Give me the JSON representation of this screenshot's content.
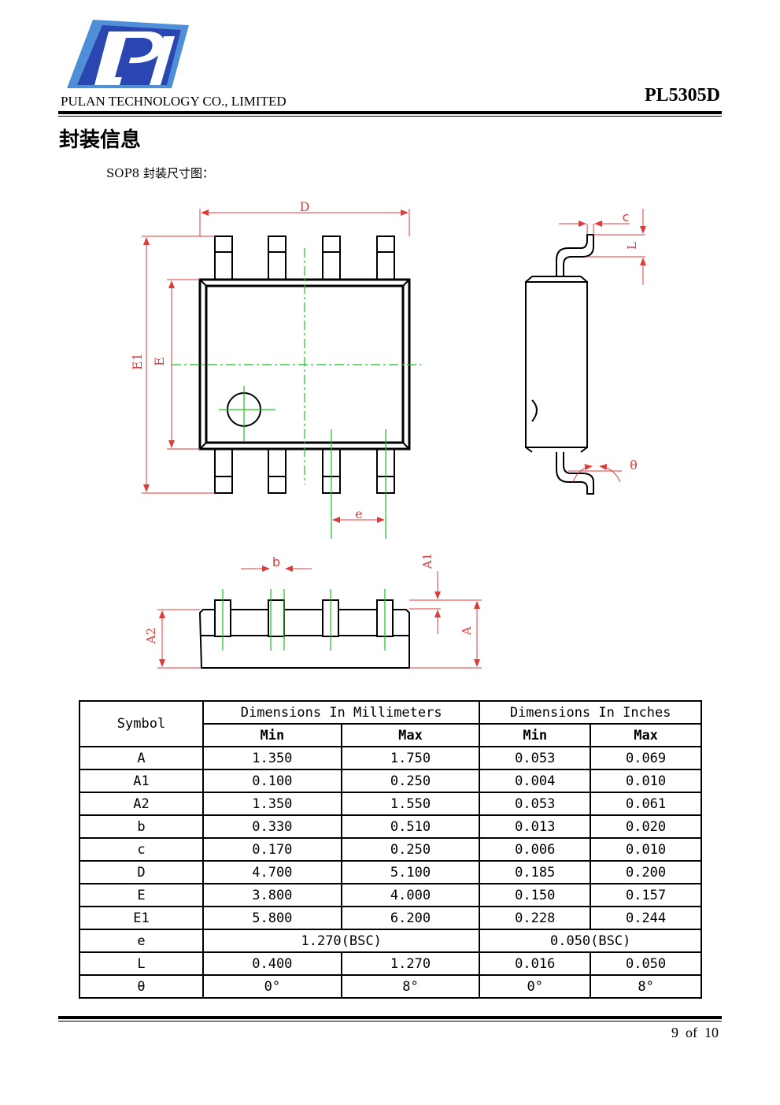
{
  "header": {
    "company": "PULAN TECHNOLOGY CO., LIMITED",
    "part_number": "PL5305D"
  },
  "section": {
    "title": "封装信息",
    "caption": "SOP8 封装尺寸图："
  },
  "drawing_labels": {
    "D": "D",
    "E1": "E1",
    "E": "E",
    "e": "e",
    "c": "c",
    "L": "L",
    "theta": "θ",
    "b": "b",
    "A1": "A1",
    "A2": "A2",
    "A": "A"
  },
  "table": {
    "symbol_header": "Symbol",
    "mm_header": "Dimensions In Millimeters",
    "in_header": "Dimensions In Inches",
    "min_label": "Min",
    "max_label": "Max",
    "rows": [
      {
        "symbol": "A",
        "mm_min": "1.350",
        "mm_max": "1.750",
        "in_min": "0.053",
        "in_max": "0.069"
      },
      {
        "symbol": "A1",
        "mm_min": "0.100",
        "mm_max": "0.250",
        "in_min": "0.004",
        "in_max": "0.010"
      },
      {
        "symbol": "A2",
        "mm_min": "1.350",
        "mm_max": "1.550",
        "in_min": "0.053",
        "in_max": "0.061"
      },
      {
        "symbol": "b",
        "mm_min": "0.330",
        "mm_max": "0.510",
        "in_min": "0.013",
        "in_max": "0.020"
      },
      {
        "symbol": "c",
        "mm_min": "0.170",
        "mm_max": "0.250",
        "in_min": "0.006",
        "in_max": "0.010"
      },
      {
        "symbol": "D",
        "mm_min": "4.700",
        "mm_max": "5.100",
        "in_min": "0.185",
        "in_max": "0.200"
      },
      {
        "symbol": "E",
        "mm_min": "3.800",
        "mm_max": "4.000",
        "in_min": "0.150",
        "in_max": "0.157"
      },
      {
        "symbol": "E1",
        "mm_min": "5.800",
        "mm_max": "6.200",
        "in_min": "0.228",
        "in_max": "0.244"
      }
    ],
    "row_e": {
      "symbol": "e",
      "mm": "1.270(BSC)",
      "in": "0.050(BSC)"
    },
    "row_L": {
      "symbol": "L",
      "mm_min": "0.400",
      "mm_max": "1.270",
      "in_min": "0.016",
      "in_max": "0.050"
    },
    "row_theta": {
      "symbol": "θ",
      "mm_min": "0°",
      "mm_max": "8°",
      "in_min": "0°",
      "in_max": "8°"
    }
  },
  "footer": {
    "page": "9  of  10"
  },
  "colors": {
    "logo_blue": "#2a46b0",
    "logo_light": "#5fa8e0",
    "dimension_red": "#e03a3a",
    "centerline_green": "#19c419"
  }
}
